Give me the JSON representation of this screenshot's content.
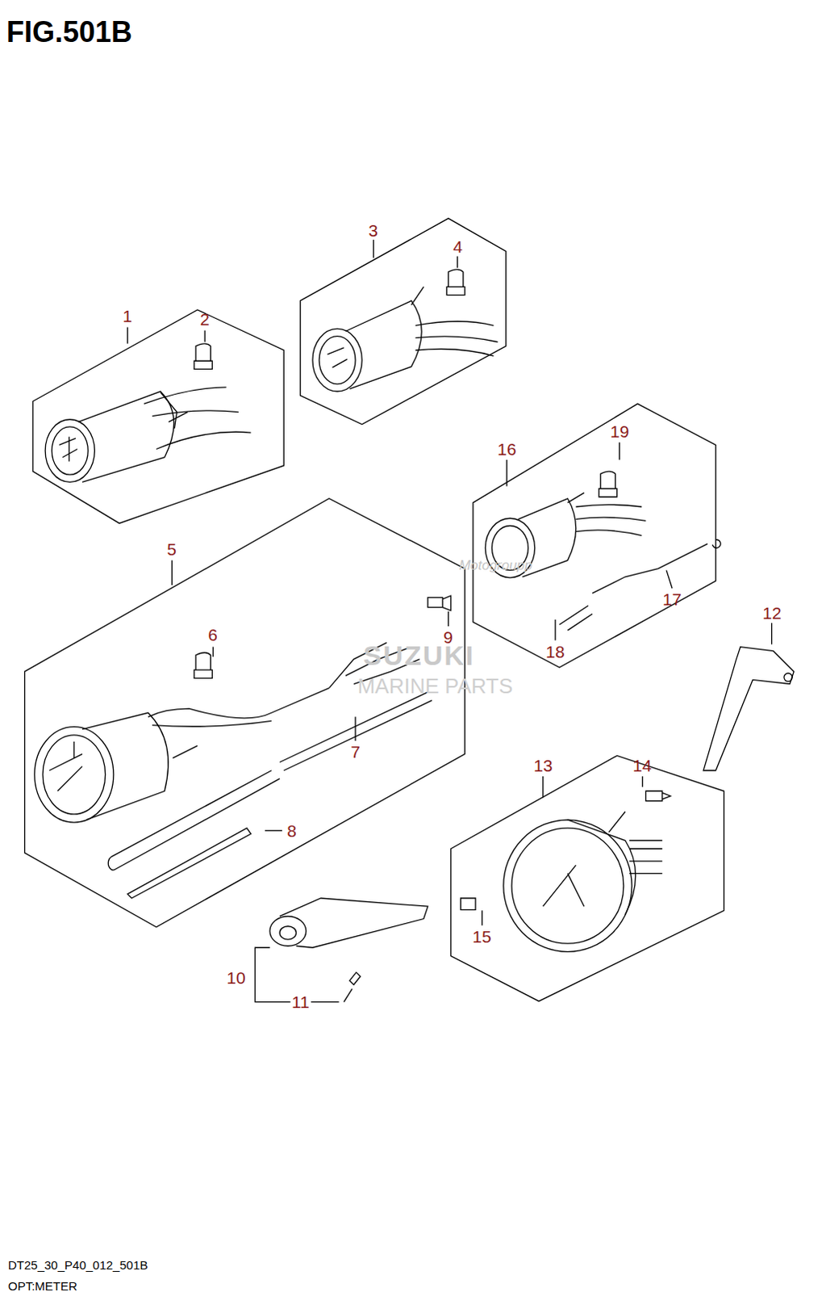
{
  "diagram": {
    "title": "FIG.501B",
    "labels": [
      "1",
      "2",
      "3",
      "4",
      "5",
      "6",
      "7",
      "8",
      "9",
      "10",
      "11",
      "12",
      "13",
      "14",
      "15",
      "16",
      "17",
      "18",
      "19",
      "Motogroupp",
      "SUZUKI",
      "MARINE PARTS",
      "DT25_30_P40_012_501B",
      "OPT:METER"
    ]
  }
}
